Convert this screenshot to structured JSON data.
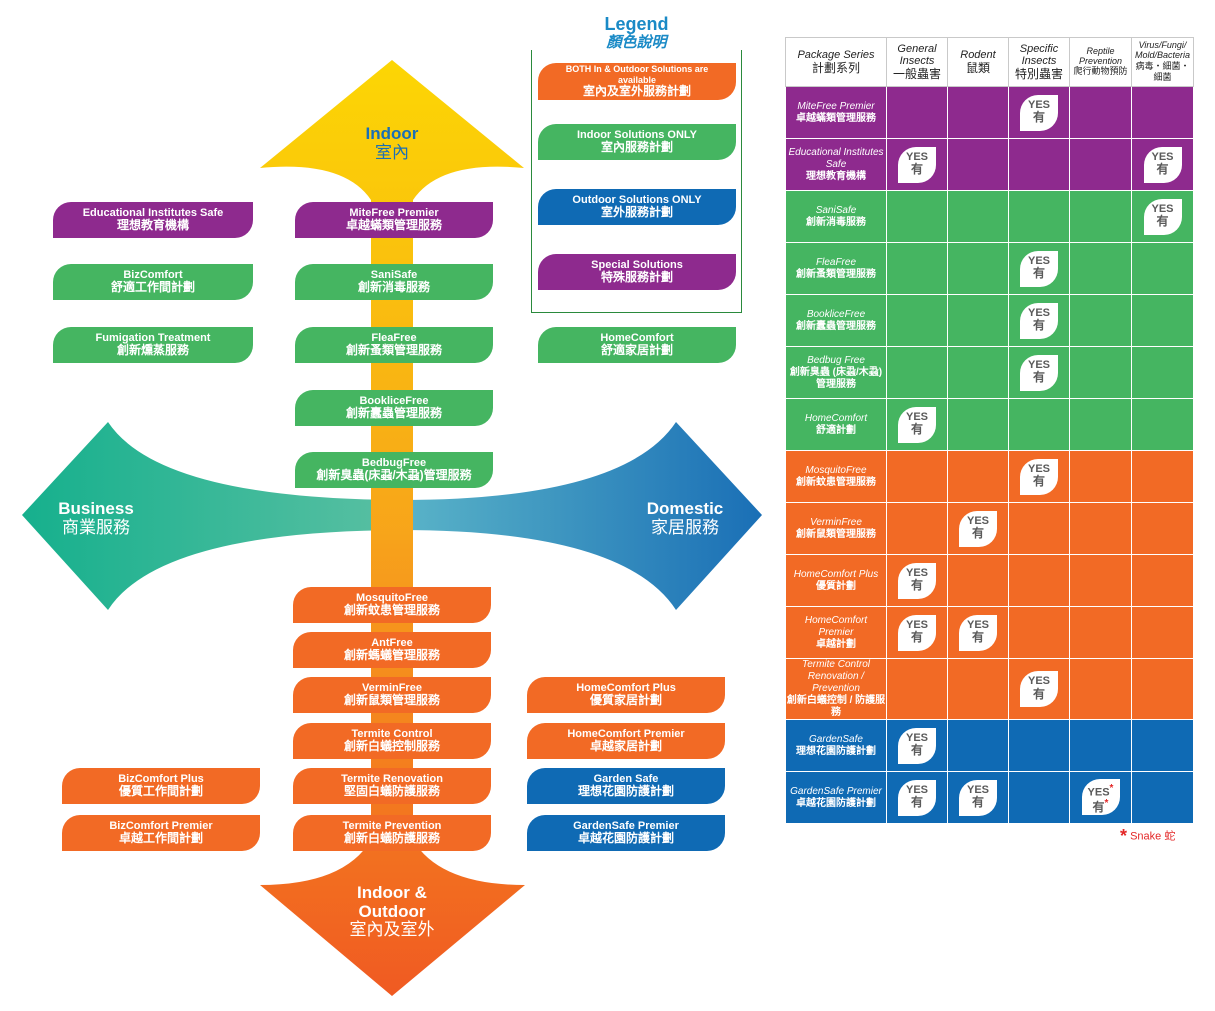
{
  "legend": {
    "title": "Legend",
    "title_zh": "顏色說明",
    "items": [
      {
        "en": "BOTH In & Outdoor Solutions are available",
        "zh": "室內及室外服務計劃",
        "color": "#f26a25"
      },
      {
        "en": "Indoor Solutions ONLY",
        "zh": "室內服務計劃",
        "color": "#45b561"
      },
      {
        "en": "Outdoor Solutions ONLY",
        "zh": "室外服務計劃",
        "color": "#0f6ab4"
      },
      {
        "en": "Special Solutions",
        "zh": "特殊服務計劃",
        "color": "#8e2a8e"
      }
    ]
  },
  "arrows": {
    "indoor": {
      "en": "Indoor",
      "zh": "室內"
    },
    "business": {
      "en": "Business",
      "zh": "商業服務"
    },
    "domestic": {
      "en": "Domestic",
      "zh": "家居服務"
    },
    "indoor_outdoor": {
      "en": "Indoor & Outdoor",
      "zh": "室內及室外"
    }
  },
  "services": {
    "edu": {
      "en": "Educational Institutes Safe",
      "zh": "理想教育機構"
    },
    "mitefree": {
      "en": "MiteFree Premier",
      "zh": "卓越蟎類管理服務"
    },
    "bizcomfort": {
      "en": "BizComfort",
      "zh": "舒適工作間計劃"
    },
    "sanisafe": {
      "en": "SaniSafe",
      "zh": "創新消毒服務"
    },
    "fumigation": {
      "en": "Fumigation Treatment",
      "zh": "創新燻蒸服務"
    },
    "fleafree": {
      "en": "FleaFree",
      "zh": "創新蚤類管理服務"
    },
    "homecomfort": {
      "en": "HomeComfort",
      "zh": "舒適家居計劃"
    },
    "booklicefree": {
      "en": "BookliceFree",
      "zh": "創新蠹蟲管理服務"
    },
    "bedbugfree": {
      "en": "BedbugFree",
      "zh": "創新臭蟲(床蝨/木蝨)管理服務"
    },
    "mosquitofree": {
      "en": "MosquitoFree",
      "zh": "創新蚊患管理服務"
    },
    "antfree": {
      "en": "AntFree",
      "zh": "創新螞蟻管理服務"
    },
    "verminfree": {
      "en": "VerminFree",
      "zh": "創新鼠類管理服務"
    },
    "homecomfortplus": {
      "en": "HomeComfort Plus",
      "zh": "優質家居計劃"
    },
    "termitecontrol": {
      "en": "Termite Control",
      "zh": "創新白蟻控制服務"
    },
    "homecomfortpremier": {
      "en": "HomeComfort Premier",
      "zh": "卓越家居計劃"
    },
    "bizcomfortplus": {
      "en": "BizComfort Plus",
      "zh": "優質工作間計劃"
    },
    "termiterenovation": {
      "en": "Termite Renovation",
      "zh": "堅固白蟻防護服務"
    },
    "gardensafe": {
      "en": "Garden Safe",
      "zh": "理想花園防護計劃"
    },
    "bizcomfortpremier": {
      "en": "BizComfort Premier",
      "zh": "卓越工作間計劃"
    },
    "termiteprevention": {
      "en": "Termite Prevention",
      "zh": "創新白蟻防護服務"
    },
    "gardensafepremier": {
      "en": "GardenSafe Premier",
      "zh": "卓越花園防護計劃"
    }
  },
  "table": {
    "headers": [
      {
        "en": "Package Series",
        "zh": "計劃系列"
      },
      {
        "en": "General Insects",
        "zh": "一般蟲害"
      },
      {
        "en": "Rodent",
        "zh": "鼠類"
      },
      {
        "en": "Specific Insects",
        "zh": "特別蟲害"
      },
      {
        "en": "Reptile Prevention",
        "zh": "爬行動物預防"
      },
      {
        "en": "Virus/Fungi/ Mold/Bacteria",
        "zh": "病毒‧細菌‧細菌"
      }
    ],
    "yes_en": "YES",
    "yes_zh": "有",
    "rows": [
      {
        "en": "MiteFree Premier",
        "zh": "卓越蟎類管理服務",
        "color": "purple",
        "cells": [
          false,
          false,
          true,
          false,
          false
        ]
      },
      {
        "en": "Educational Institutes Safe",
        "zh": "理想教育機構",
        "color": "purple",
        "cells": [
          true,
          false,
          false,
          false,
          true
        ]
      },
      {
        "en": "SaniSafe",
        "zh": "創新消毒服務",
        "color": "green",
        "cells": [
          false,
          false,
          false,
          false,
          true
        ]
      },
      {
        "en": "FleaFree",
        "zh": "創新蚤類管理服務",
        "color": "green",
        "cells": [
          false,
          false,
          true,
          false,
          false
        ]
      },
      {
        "en": "BookliceFree",
        "zh": "創新蠹蟲管理服務",
        "color": "green",
        "cells": [
          false,
          false,
          true,
          false,
          false
        ]
      },
      {
        "en": "Bedbug Free",
        "zh": "創新臭蟲 (床蝨/木蝨)管理服務",
        "color": "green",
        "cells": [
          false,
          false,
          true,
          false,
          false
        ]
      },
      {
        "en": "HomeComfort",
        "zh": "舒適計劃",
        "color": "green",
        "cells": [
          true,
          false,
          false,
          false,
          false
        ]
      },
      {
        "en": "MosquitoFree",
        "zh": "創新蚊患管理服務",
        "color": "orange",
        "cells": [
          false,
          false,
          true,
          false,
          false
        ]
      },
      {
        "en": "VerminFree",
        "zh": "創新鼠類管理服務",
        "color": "orange",
        "cells": [
          false,
          true,
          false,
          false,
          false
        ]
      },
      {
        "en": "HomeComfort Plus",
        "zh": "優質計劃",
        "color": "orange",
        "cells": [
          true,
          false,
          false,
          false,
          false
        ]
      },
      {
        "en": "HomeComfort Premier",
        "zh": "卓越計劃",
        "color": "orange",
        "cells": [
          true,
          true,
          false,
          false,
          false
        ]
      },
      {
        "en": "Termite Control Renovation / Prevention",
        "zh": "創新白蟻控制 / 防護服務",
        "color": "orange",
        "cells": [
          false,
          false,
          true,
          false,
          false
        ]
      },
      {
        "en": "GardenSafe",
        "zh": "理想花園防護計劃",
        "color": "blue",
        "cells": [
          true,
          false,
          false,
          false,
          false
        ]
      },
      {
        "en": "GardenSafe Premier",
        "zh": "卓越花園防護計劃",
        "color": "blue",
        "cells": [
          true,
          true,
          false,
          "snake",
          false
        ]
      }
    ]
  },
  "note": {
    "symbol": "*",
    "text": "Snake 蛇"
  }
}
